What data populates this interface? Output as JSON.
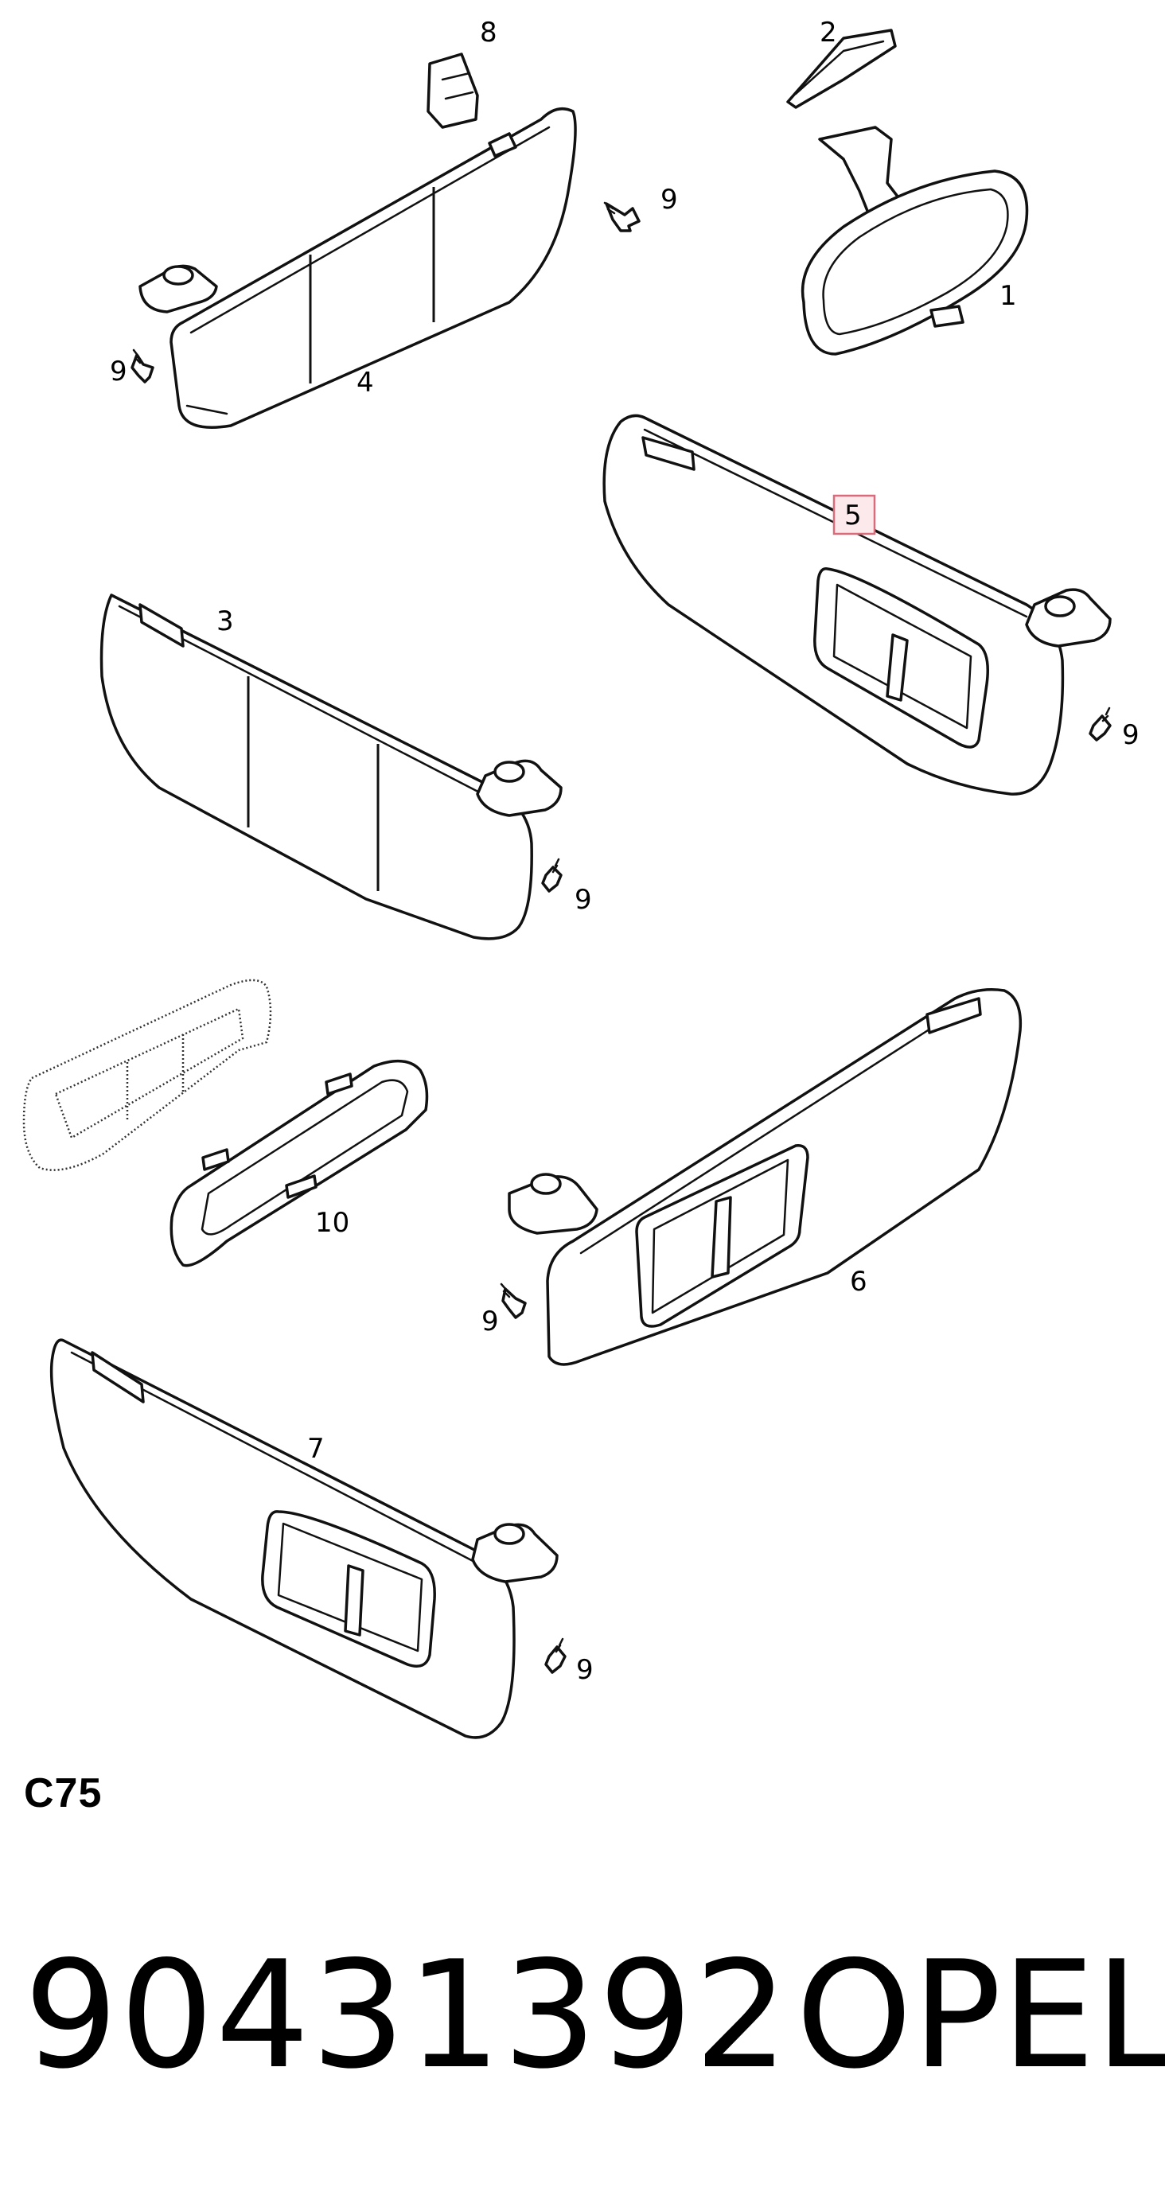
{
  "diagram": {
    "code": "C75",
    "part_number": "90431392",
    "brand": "OPEL",
    "highlighted_callout": "5",
    "highlight_color": "#d96b7a",
    "callouts": {
      "mirror": "1",
      "mirror_cover": "2",
      "visor_3": "3",
      "visor_4": "4",
      "visor_5": "5",
      "visor_6": "6",
      "visor_7": "7",
      "clip": "8",
      "screw": "9",
      "mirror_frame": "10"
    }
  }
}
